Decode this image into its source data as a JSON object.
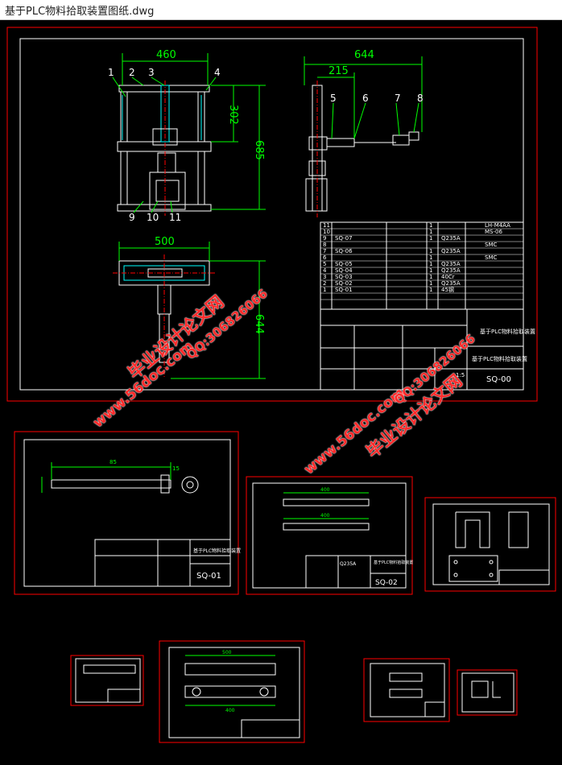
{
  "window": {
    "title": "基于PLC物料拾取装置图纸.dwg"
  },
  "main_sheet": {
    "dims": {
      "top_width": "460",
      "height_upper": "302",
      "height_total": "685",
      "side_width": "644",
      "side_offset": "215",
      "plan_width": "500",
      "plan_depth": "644"
    },
    "balloons": [
      "1",
      "2",
      "3",
      "4",
      "5",
      "6",
      "7",
      "8",
      "9",
      "10",
      "11"
    ],
    "bom_rows": [
      {
        "no": "11",
        "code": "",
        "name": "",
        "qty": "1",
        "mat": "",
        "note": "LH-M4AA"
      },
      {
        "no": "10",
        "code": "",
        "name": "",
        "qty": "1",
        "mat": "",
        "note": "MS-06"
      },
      {
        "no": "9",
        "code": "SQ-07",
        "name": "",
        "qty": "1",
        "mat": "Q235A",
        "note": ""
      },
      {
        "no": "8",
        "code": "",
        "name": "",
        "qty": "",
        "mat": "",
        "note": "SMC"
      },
      {
        "no": "7",
        "code": "SQ-06",
        "name": "",
        "qty": "1",
        "mat": "Q235A",
        "note": ""
      },
      {
        "no": "6",
        "code": "",
        "name": "",
        "qty": "1",
        "mat": "",
        "note": "SMC"
      },
      {
        "no": "5",
        "code": "SQ-05",
        "name": "",
        "qty": "1",
        "mat": "Q235A",
        "note": ""
      },
      {
        "no": "4",
        "code": "SQ-04",
        "name": "",
        "qty": "1",
        "mat": "Q235A",
        "note": ""
      },
      {
        "no": "3",
        "code": "SQ-03",
        "name": "",
        "qty": "1",
        "mat": "40Cr",
        "note": ""
      },
      {
        "no": "2",
        "code": "SQ-02",
        "name": "",
        "qty": "1",
        "mat": "Q235A",
        "note": ""
      },
      {
        "no": "1",
        "code": "SQ-01",
        "name": "",
        "qty": "1",
        "mat": "45钢",
        "note": ""
      }
    ],
    "title_block": {
      "line1": "基于PLC物料拾取装置",
      "scale": "1:5",
      "drawing_no": "SQ-00"
    }
  },
  "sheets": {
    "sq01": {
      "dim1": "85",
      "dim2": "15",
      "code": "SQ-01",
      "title": "基于PLC物料拾取装置"
    },
    "sq02": {
      "dim1": "400",
      "dim2": "400",
      "code": "SQ-02",
      "title": "基于PLC物料拾取装置",
      "material": "Q235A"
    },
    "big_part": {
      "dim1": "500",
      "dim2": "400"
    }
  },
  "watermarks": {
    "site": "www.56doc.com",
    "brand": "毕业设计论文网",
    "qq": "QQ:306826066"
  },
  "colors": {
    "frame": "#ff0000",
    "line": "#ffffff",
    "dim": "#00ff00",
    "accent": "#ffff00"
  }
}
